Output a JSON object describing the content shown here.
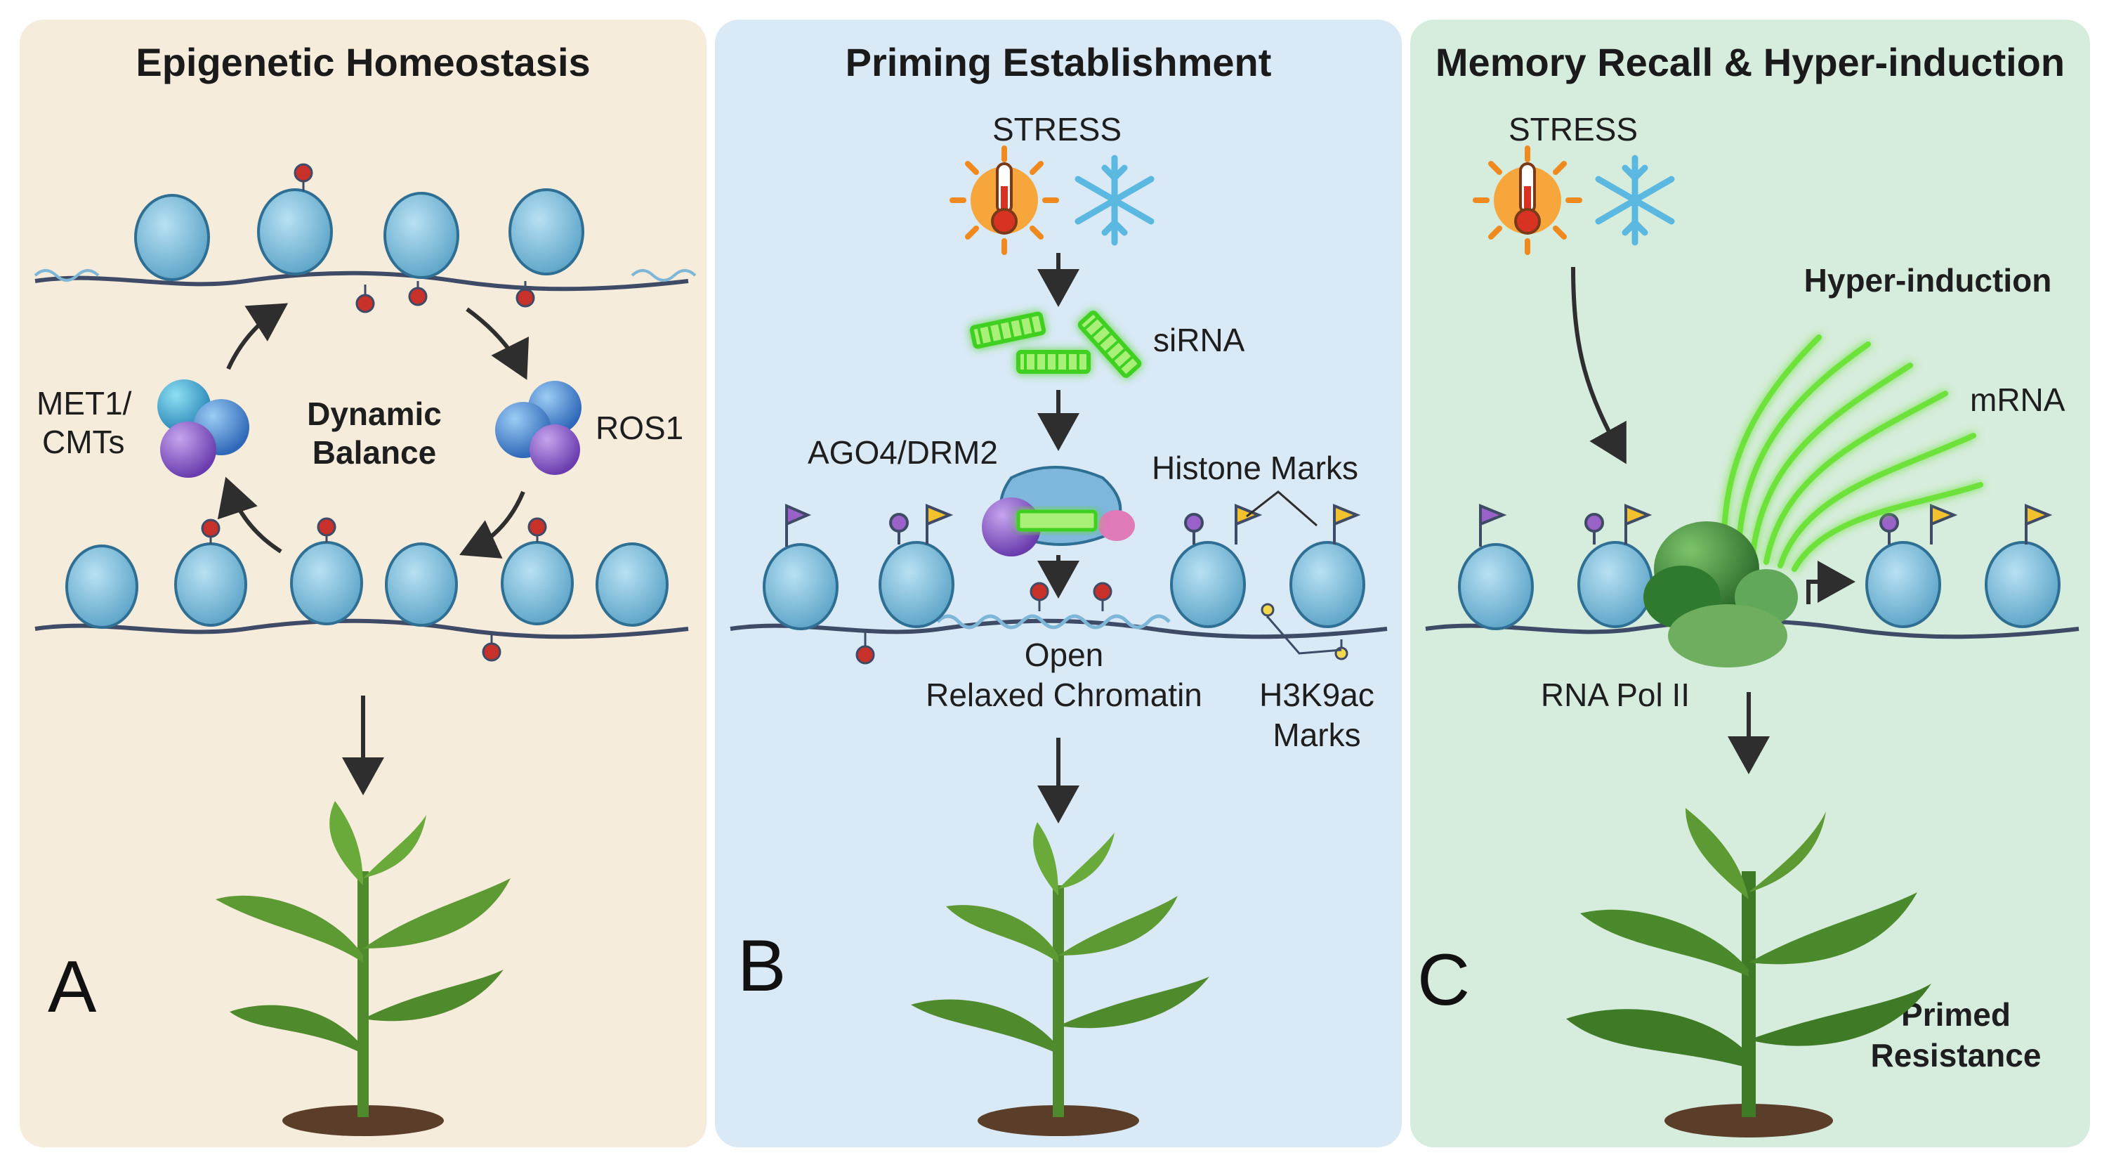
{
  "panels": [
    {
      "letter": "A",
      "title": "Epigenetic Homeostasis",
      "bg": "#f6ecdc"
    },
    {
      "letter": "B",
      "title": "Priming Establishment",
      "bg": "#d9e9f6"
    },
    {
      "letter": "C",
      "title": "Memory Recall & Hyper-induction",
      "bg": "#d6ecdc"
    }
  ],
  "panel_a": {
    "enzyme_left_line1": "MET1/",
    "enzyme_left_line2": "CMTs",
    "center_line1": "Dynamic",
    "center_line2": "Balance",
    "enzyme_right": "ROS1"
  },
  "panel_b": {
    "stress": "STRESS",
    "sirna": "siRNA",
    "complex": "AGO4/DRM2",
    "histone_marks": "Histone Marks",
    "open_line1": "Open",
    "open_line2": "Relaxed Chromatin",
    "h3k9ac_line1": "H3K9ac",
    "h3k9ac_line2": "Marks"
  },
  "panel_c": {
    "stress": "STRESS",
    "hyper": "Hyper-induction",
    "mrna": "mRNA",
    "polymerase": "RNA Pol II",
    "result_line1": "Primed",
    "result_line2": "Resistance"
  },
  "colors": {
    "nucleosome": "#7fbfdc",
    "dna": "#3e4a66",
    "methyl": "#c8302a",
    "flag_yellow": "#f2c12e",
    "flag_purple": "#9a62c8",
    "leaf": "#4f8a2c",
    "mrna": "#6de23a",
    "polymerase": "#3d8a3a"
  },
  "icons": [
    "thermometer-sun-icon",
    "snowflake-icon",
    "plant-icon",
    "arrow-icon"
  ]
}
